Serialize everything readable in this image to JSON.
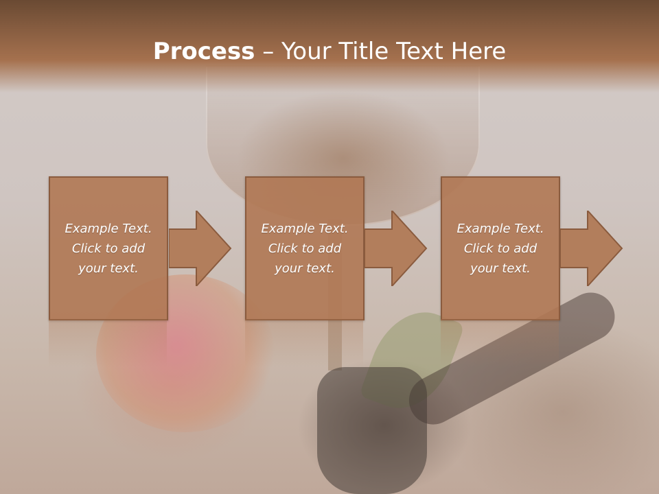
{
  "slide": {
    "title_bold": "Process",
    "title_rest": " – Your Title Text Here"
  },
  "steps": [
    {
      "text": "Example Text.\nClick  to add\nyour text."
    },
    {
      "text": "Example Text.\nClick  to add\nyour text."
    },
    {
      "text": "Example Text.\nClick  to add\nyour text."
    }
  ],
  "colors": {
    "header": "#a5714e",
    "box_fill": "#b07854",
    "box_border": "#8a5b3e",
    "text": "#ffffff"
  }
}
